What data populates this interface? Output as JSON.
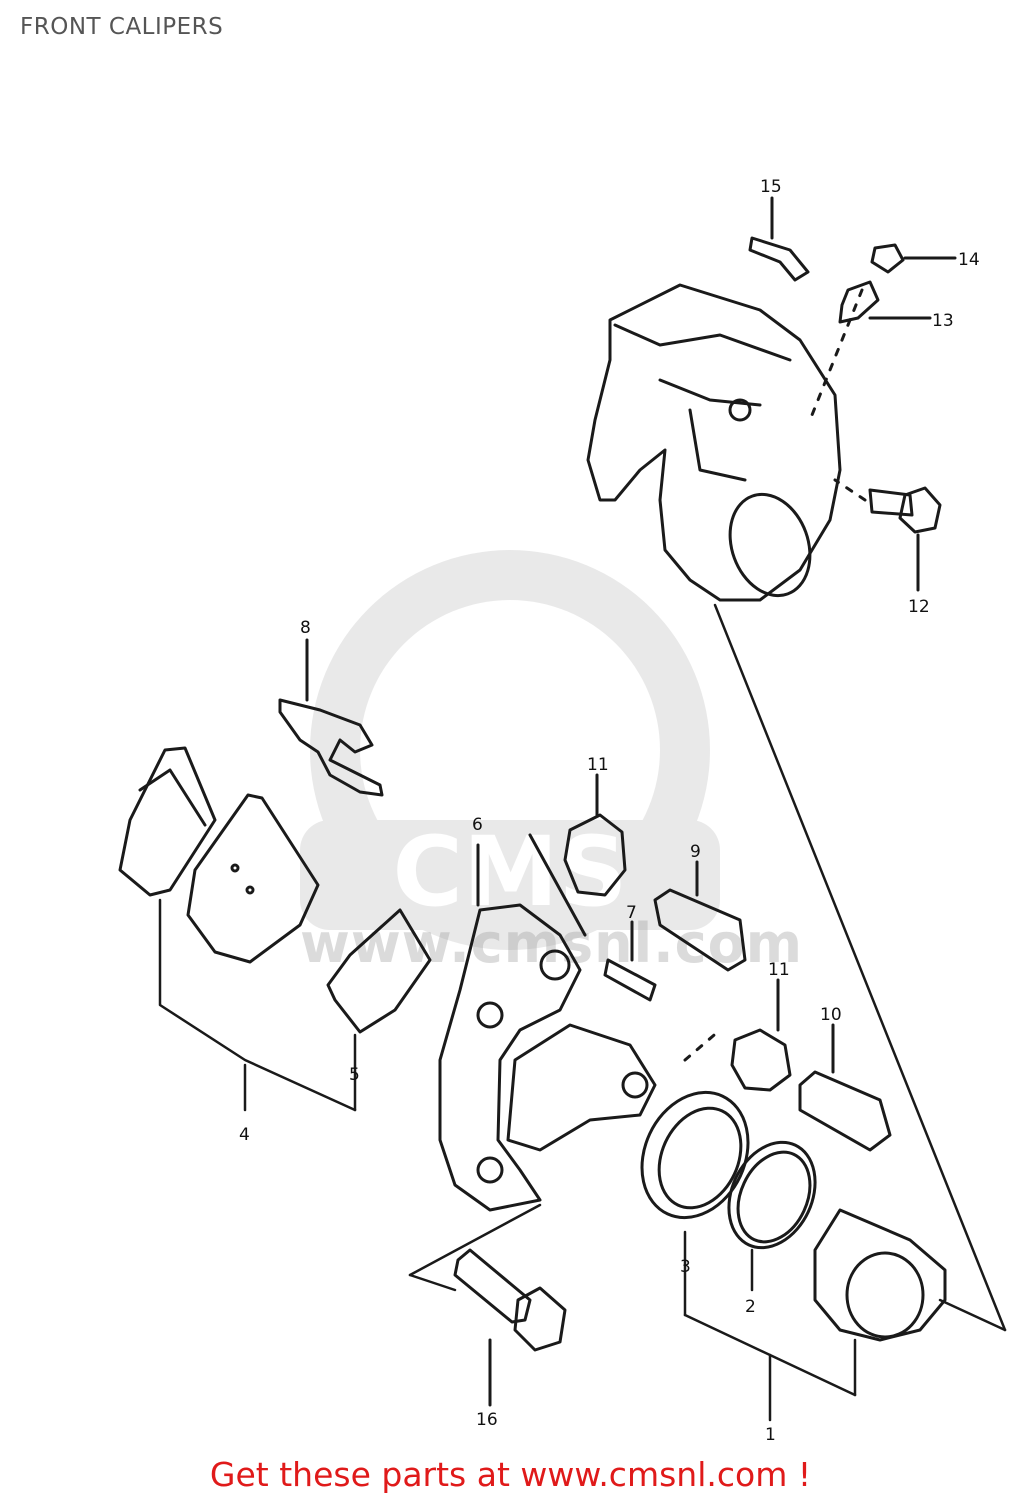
{
  "header": {
    "title": "FRONT CALIPERS"
  },
  "footer": {
    "cta": "Get these parts at www.cmsnl.com !"
  },
  "watermark": {
    "text": "www.cmsnl.com",
    "logo_letters": "CMS"
  },
  "callouts": [
    "15",
    "14",
    "13",
    "12",
    "8",
    "11",
    "9",
    "6",
    "7",
    "11",
    "10",
    "5",
    "4",
    "3",
    "2",
    "16",
    "1"
  ],
  "colors": {
    "line": "#1a1a1a",
    "cta": "#e01a1a",
    "title": "#555555",
    "watermark": "#9a9a9a"
  }
}
